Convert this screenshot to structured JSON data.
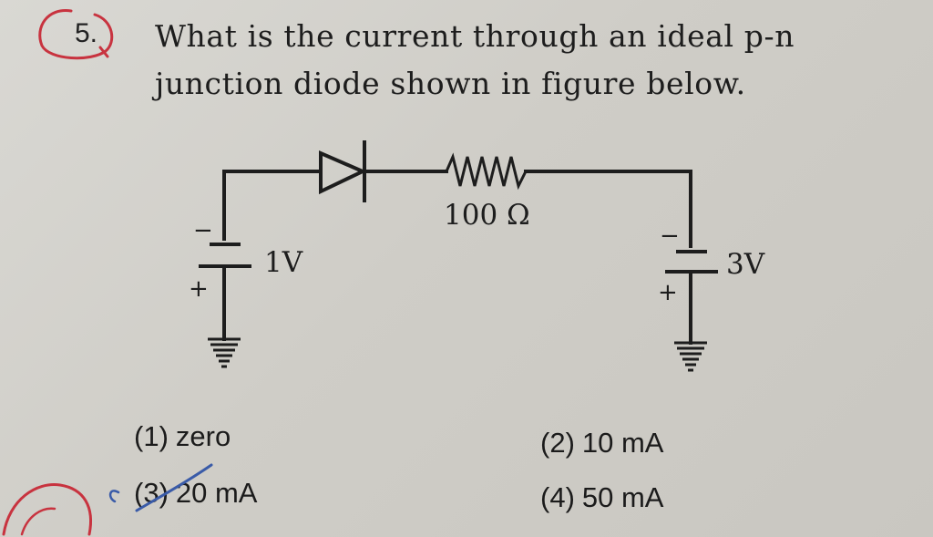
{
  "question": {
    "number": "5.",
    "text": "What is the current through an ideal p-n junction diode shown in figure below."
  },
  "circuit": {
    "resistor_label": "100 Ω",
    "battery1_label": "1V",
    "battery2_label": "3V",
    "plus_sign": "+",
    "minus_sign": "−"
  },
  "options": [
    {
      "num": "(1)",
      "text": "zero"
    },
    {
      "num": "(2)",
      "text": "10 mA"
    },
    {
      "num": "(3)",
      "text": "20 mA"
    },
    {
      "num": "(4)",
      "text": "50 mA"
    }
  ],
  "annotations": {
    "ink_color": "#c8333f",
    "ink_color_blue": "#3a5ba8"
  }
}
